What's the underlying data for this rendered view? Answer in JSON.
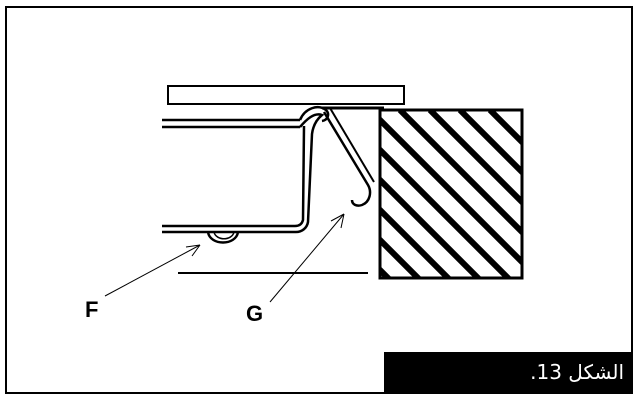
{
  "figure": {
    "callouts": [
      {
        "id": "F",
        "label": "F"
      },
      {
        "id": "G",
        "label": "G"
      }
    ],
    "caption": "الشكل 13.",
    "colors": {
      "stroke": "#000000",
      "background": "#ffffff",
      "caption_bg": "#000000",
      "caption_text": "#ffffff"
    }
  }
}
